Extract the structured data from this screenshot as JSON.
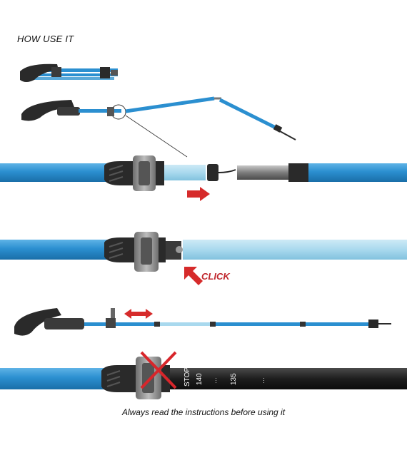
{
  "heading": "HOW USE IT",
  "click_label": "CLICK",
  "footer_note": "Always read the instructions before using it",
  "scale_marks": {
    "stop": "STOP",
    "first": "140",
    "second": "135"
  },
  "colors": {
    "shaft_blue": "#2b8fd0",
    "shaft_light": "#a9d9ee",
    "grip_black": "#2a2a2a",
    "collar_grey": "#8c8c8c",
    "arrow_red": "#d62b2b",
    "cross_red": "#d8262b"
  },
  "icons": [
    "right-arrow-icon",
    "click-arrow-icon",
    "double-arrow-icon",
    "cross-icon"
  ]
}
